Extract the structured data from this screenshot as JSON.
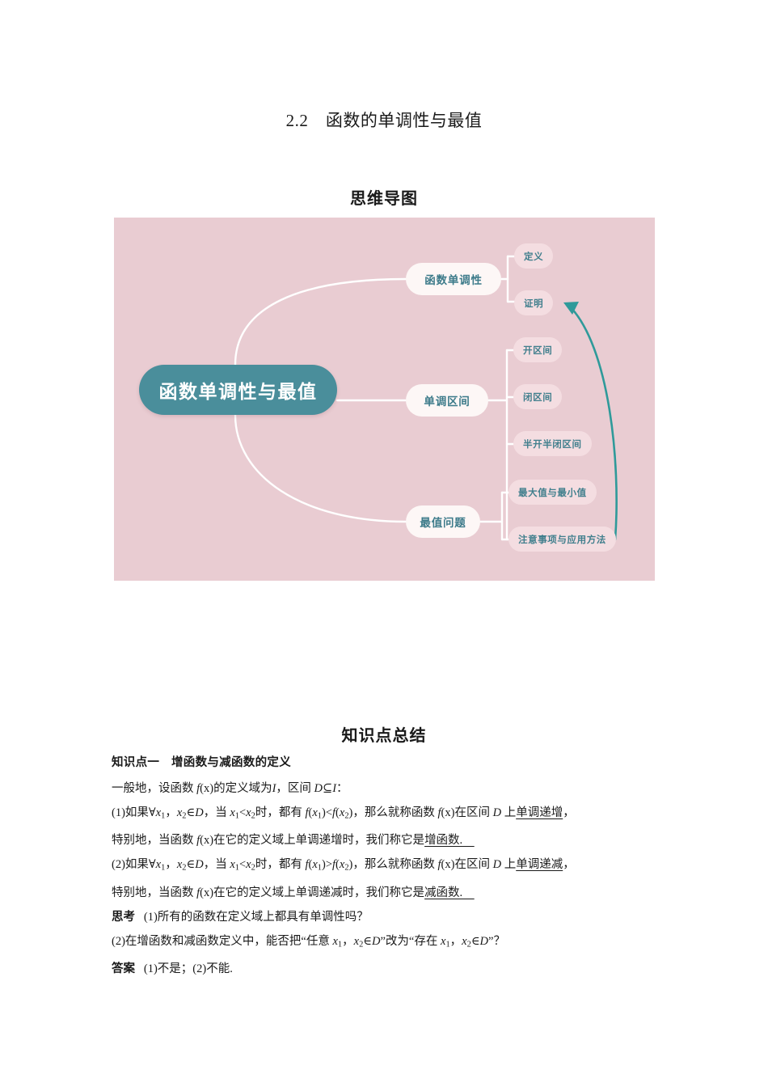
{
  "document": {
    "title": "2.2　函数的单调性与最值",
    "section_mindmap_heading": "思维导图",
    "section_summary_heading": "知识点总结"
  },
  "mindmap": {
    "background_color": "#e9ccd2",
    "central_color": "#4a8e9b",
    "branch_text_color": "#3d7b8a",
    "arrow_color": "#2f9a9a",
    "central": "函数单调性与最值",
    "branches": [
      {
        "label": "函数单调性",
        "children": [
          "定义",
          "证明"
        ]
      },
      {
        "label": "单调区间",
        "children": [
          "开区间",
          "闭区间",
          "半开半闭区间"
        ]
      },
      {
        "label": "最值问题",
        "children": [
          "最大值与最小值",
          "注意事项与应用方法"
        ]
      }
    ]
  },
  "knowledge": {
    "point_title": "知识点一　增函数与减函数的定义",
    "intro_pre": "一般地，设函数 ",
    "intro_f": "f",
    "intro_mid": "(x)的定义域为",
    "intro_I": "I",
    "intro_mid2": "，区间 ",
    "intro_D": "D",
    "intro_sub": "⊆",
    "intro_I2": "I",
    "intro_end": "：",
    "item1_line1_a": "(1)如果∀",
    "item1_line1_x1": "x",
    "item1_line1_s1": "1",
    "item1_line1_b": "，",
    "item1_line1_x2": "x",
    "item1_line1_s2": "2",
    "item1_line1_c": "∈",
    "item1_line1_D": "D",
    "item1_line1_d": "，当 ",
    "item1_line1_e": "<",
    "item1_line1_f": "时，都有 ",
    "item1_line1_g": ")",
    "item1_line1_h": "(",
    "item1_line1_i": "，那么就称函数 ",
    "item1_line1_j": "(x)在区间 ",
    "item1_line1_k": " 上",
    "item1_line1_u": "单调递增",
    "item1_line1_end": "，",
    "item1_line2_a": "特别地，当函数 ",
    "item1_line2_b": "(x)在它的定义域上单调递增时，我们称它是",
    "item1_line2_u": "增函数.　",
    "item2_line1_a": "(2)如果∀",
    "item2_line1_u": "单调递减",
    "item2_line2_b": "(x)在它的定义域上单调递减时，我们称它是",
    "item2_line2_u": "减函数.　",
    "think_label": "思考",
    "think_line1": "(1)所有的函数在定义域上都具有单调性吗？",
    "think_line2_a": "(2)在增函数和减函数定义中，能否把“任意 ",
    "think_line2_b": "”改为“存在 ",
    "think_line2_c": "”？",
    "answer_label": "答案",
    "answer_text": "(1)不是；(2)不能."
  }
}
